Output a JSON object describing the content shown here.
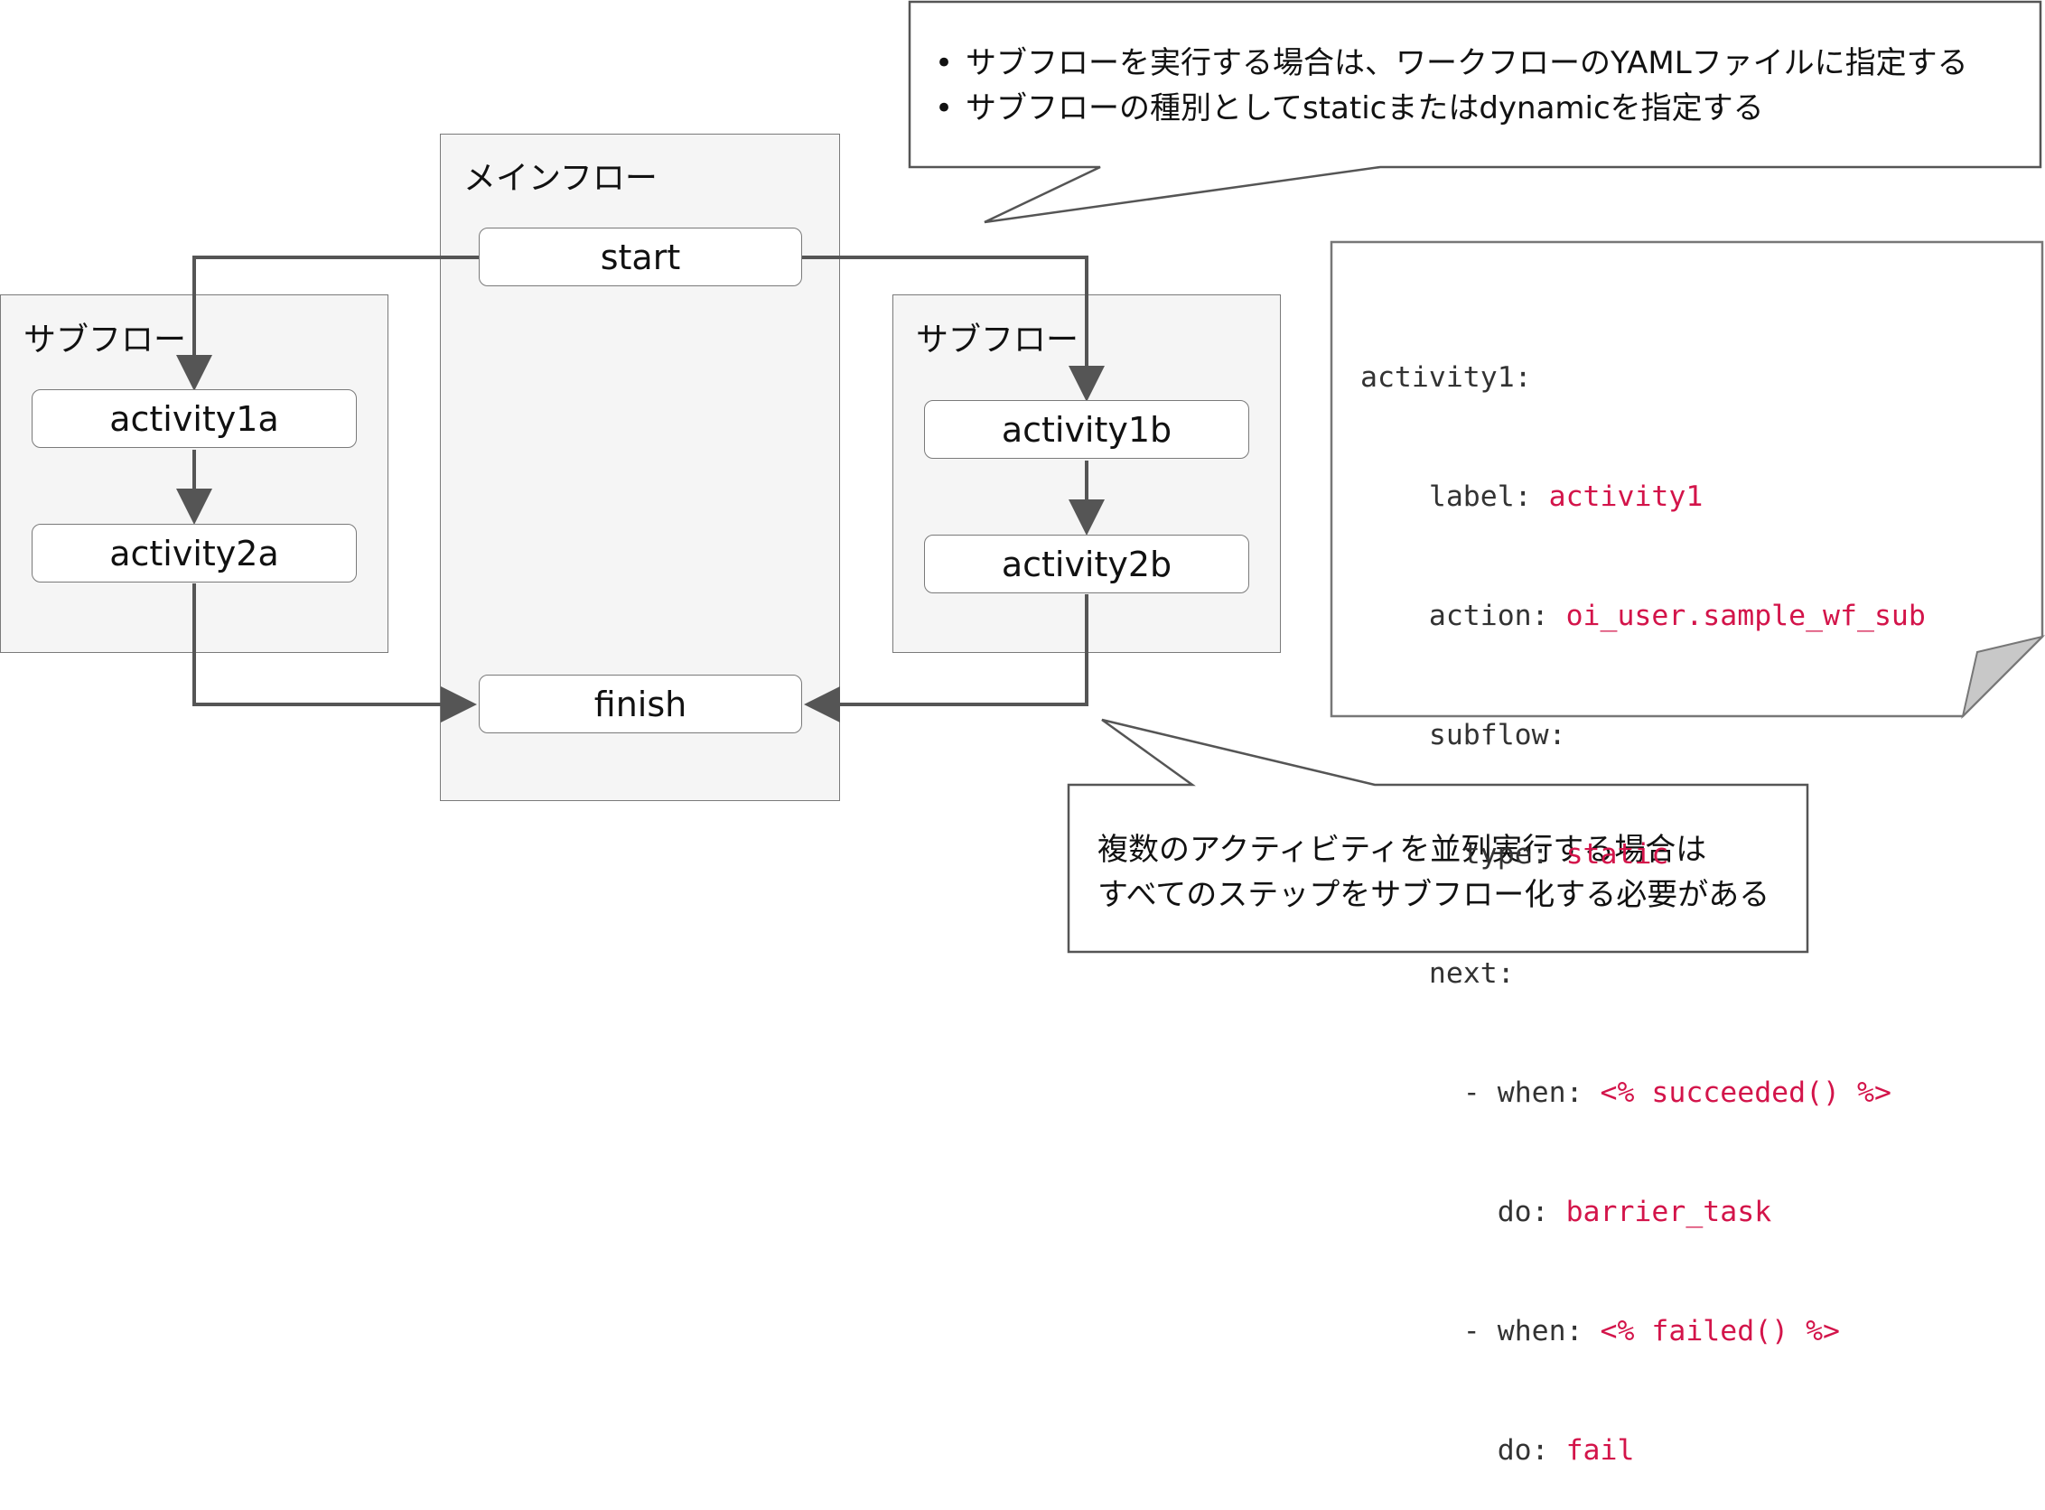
{
  "main_flow": {
    "title": "メインフロー",
    "start": "start",
    "finish": "finish"
  },
  "subflow_a": {
    "title": "サブフロー",
    "activity1": "activity1a",
    "activity2": "activity2a"
  },
  "subflow_b": {
    "title": "サブフロー",
    "activity1": "activity1b",
    "activity2": "activity2b"
  },
  "callout_top": {
    "bullets": [
      "サブフローを実行する場合は、ワークフローのYAMLファイルに指定する",
      "サブフローの種別としてstaticまたはdynamicを指定する"
    ]
  },
  "callout_bottom": {
    "lines": [
      "複数のアクティビティを並列実行する場合は",
      "すべてのステップをサブフロー化する必要がある"
    ]
  },
  "code_note": {
    "lines": [
      {
        "indent": "",
        "key": "activity1:",
        "value": ""
      },
      {
        "indent": "    ",
        "key": "label: ",
        "value": "activity1"
      },
      {
        "indent": "    ",
        "key": "action: ",
        "value": "oi_user.sample_wf_sub"
      },
      {
        "indent": "    ",
        "key": "subflow:",
        "value": ""
      },
      {
        "indent": "      ",
        "key": "type: ",
        "value": "static"
      },
      {
        "indent": "    ",
        "key": "next:",
        "value": ""
      },
      {
        "indent": "      ",
        "key": "- when: ",
        "value": "<% succeeded() %>"
      },
      {
        "indent": "        ",
        "key": "do: ",
        "value": "barrier_task"
      },
      {
        "indent": "      ",
        "key": "- when: ",
        "value": "<% failed() %>"
      },
      {
        "indent": "        ",
        "key": "do: ",
        "value": "fail"
      }
    ],
    "colors": {
      "key": "#333333",
      "value": "#d3144a"
    }
  }
}
